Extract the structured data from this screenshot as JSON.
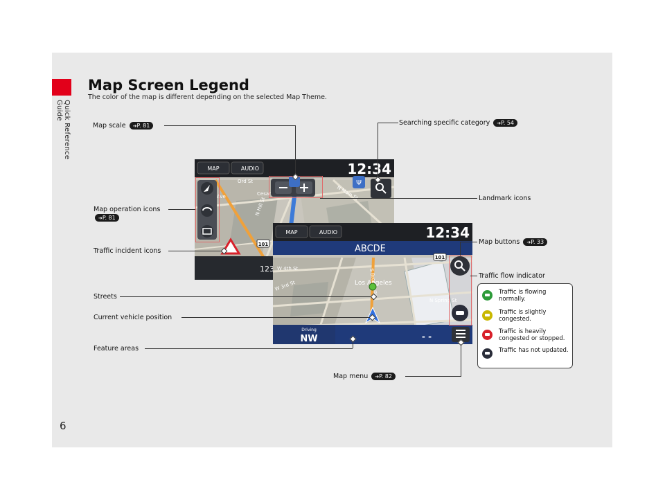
{
  "page": {
    "number": "6",
    "side_title": "Quick Reference Guide"
  },
  "heading": {
    "title": "Map Screen Legend",
    "subtitle": "The color of the map is different depending on the selected Map Theme."
  },
  "callouts": {
    "map_scale": {
      "label": "Map scale",
      "ref": "P. 81"
    },
    "searching_category": {
      "label": "Searching specific category",
      "ref": "P. 54"
    },
    "landmark_icons": {
      "label": "Landmark icons"
    },
    "map_operation_icons": {
      "label": "Map operation icons",
      "ref": "P. 81"
    },
    "traffic_incident_icons": {
      "label": "Traffic incident icons"
    },
    "map_buttons": {
      "label": "Map buttons",
      "ref": "P. 33"
    },
    "traffic_flow_indicator": {
      "label": "Traffic flow indicator"
    },
    "streets": {
      "label": "Streets"
    },
    "current_vehicle_position": {
      "label": "Current vehicle position"
    },
    "feature_areas": {
      "label": "Feature areas"
    },
    "map_menu": {
      "label": "Map menu",
      "ref": "P. 82"
    }
  },
  "traffic_legend": [
    {
      "text": "Traffic is flowing normally.",
      "color": "#2e9b3a"
    },
    {
      "text": "Traffic is slightly congested.",
      "color": "#c9b800"
    },
    {
      "text": "Traffic is heavily congested or stopped.",
      "color": "#d8202a"
    },
    {
      "text": "Traffic has not updated.",
      "color": "#2a2d3a"
    }
  ],
  "back_screen": {
    "tab_map": "MAP",
    "tab_audio": "AUDIO",
    "clock": "12:34",
    "streets": [
      "Ord St",
      "N Main St",
      "Cesar E Chavez",
      "Chavez Ave",
      "N Hill St"
    ],
    "route_shield": "101",
    "address_fragment": "123"
  },
  "front_screen": {
    "tab_map": "MAP",
    "tab_audio": "AUDIO",
    "clock": "12:34",
    "destination_bar": "ABCDE",
    "streets": [
      "W 4th St",
      "W 3rd St",
      "Los Angeles",
      "N Spring St",
      "S Broadway"
    ],
    "route_shield": "101",
    "heading_caption": "Driving",
    "heading_value": "NW",
    "distance_value": "- -"
  },
  "colors": {
    "brand_red": "#e2001a",
    "callout_red": "#e06a6a",
    "panel_bg": "#e9e9e9"
  }
}
